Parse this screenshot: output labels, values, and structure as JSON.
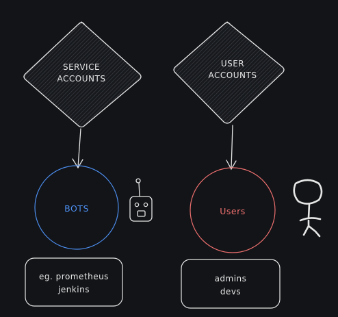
{
  "colors": {
    "background": "#121417",
    "stroke": "#e6e6e6",
    "bots_accent": "#4d8ef0",
    "users_accent": "#f07070"
  },
  "diagram": {
    "service_accounts": {
      "line1": "SERVICE",
      "line2": "ACCOUNTS"
    },
    "user_accounts": {
      "line1": "USER",
      "line2": "ACCOUNTS"
    },
    "bots": {
      "label": "BOTS",
      "icon": "robot-icon"
    },
    "users": {
      "label": "Users",
      "icon": "stick-figure-icon"
    },
    "bots_examples": {
      "line1": "eg. prometheus",
      "line2": "jenkins"
    },
    "users_examples": {
      "line1": "admins",
      "line2": "devs"
    }
  }
}
